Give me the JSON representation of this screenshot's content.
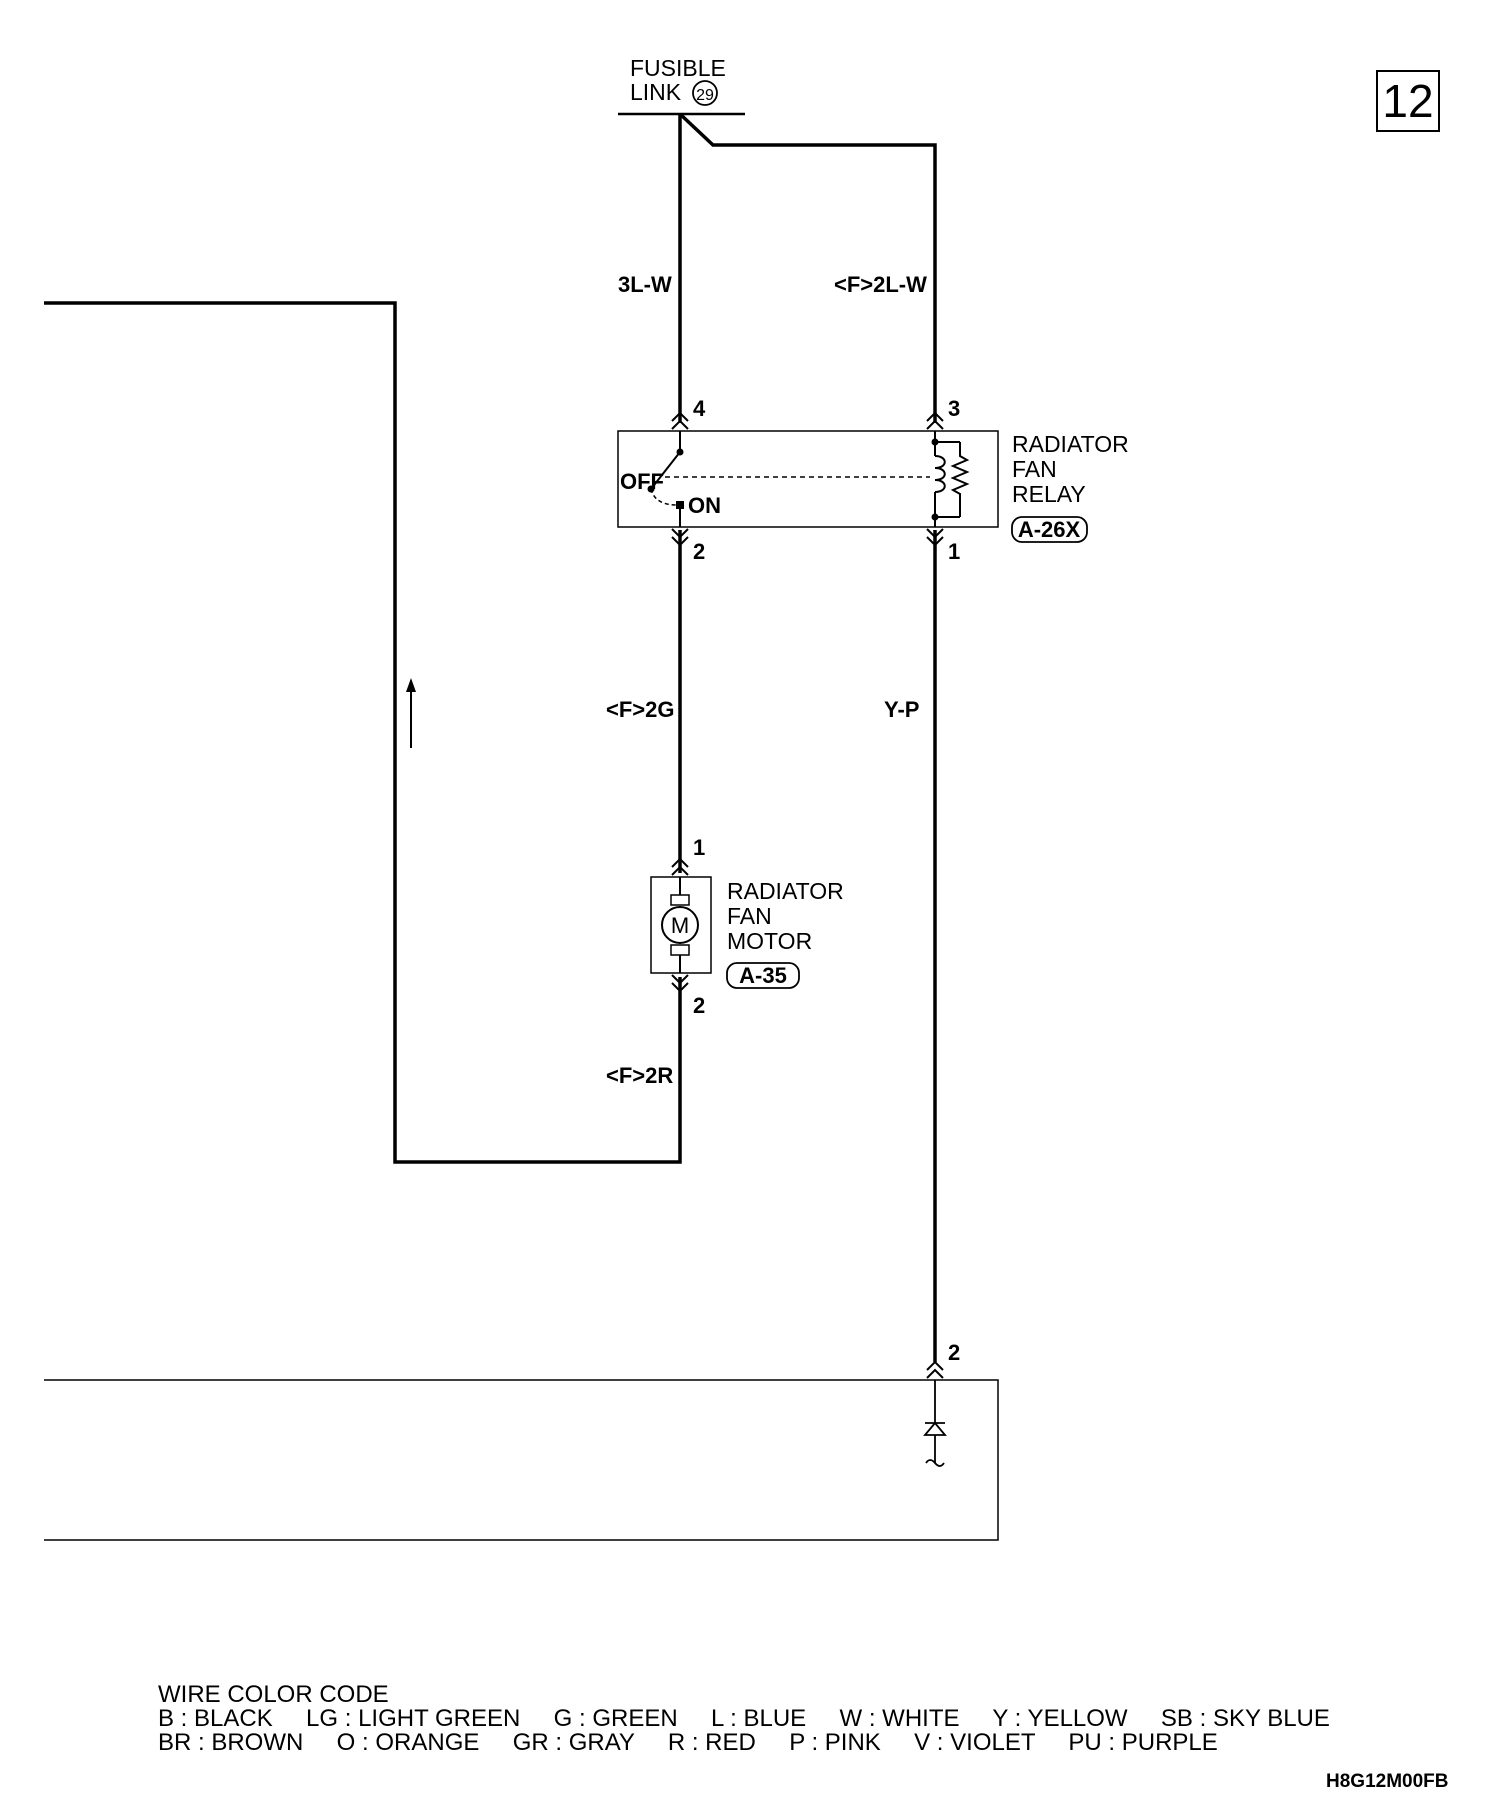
{
  "page_number": "12",
  "fusible_link": {
    "line1": "FUSIBLE",
    "line2": "LINK",
    "number": "29"
  },
  "wires": {
    "left_supply": "3L-W",
    "right_supply": "<F>2L-W",
    "motor_feed": "<F>2G",
    "relay_control": "Y-P",
    "motor_ground": "<F>2R"
  },
  "relay": {
    "name_lines": [
      "RADIATOR",
      "FAN",
      "RELAY"
    ],
    "connector": "A-26X",
    "pins": {
      "p4": "4",
      "p3": "3",
      "p2": "2",
      "p1": "1"
    },
    "switch_off": "OFF",
    "switch_on": "ON"
  },
  "motor": {
    "name_lines": [
      "RADIATOR",
      "FAN",
      "MOTOR"
    ],
    "connector": "A-35",
    "symbol": "M",
    "pins": {
      "top": "1",
      "bottom": "2"
    }
  },
  "lower_connector_pin": "2",
  "legend": {
    "title": "WIRE COLOR CODE",
    "row1": "B : BLACK     LG : LIGHT GREEN     G : GREEN     L : BLUE     W : WHITE     Y : YELLOW     SB : SKY BLUE",
    "row2": "BR : BROWN     O : ORANGE     GR : GRAY     R : RED     P : PINK     V : VIOLET     PU : PURPLE"
  },
  "drawing_code": "H8G12M00FB"
}
